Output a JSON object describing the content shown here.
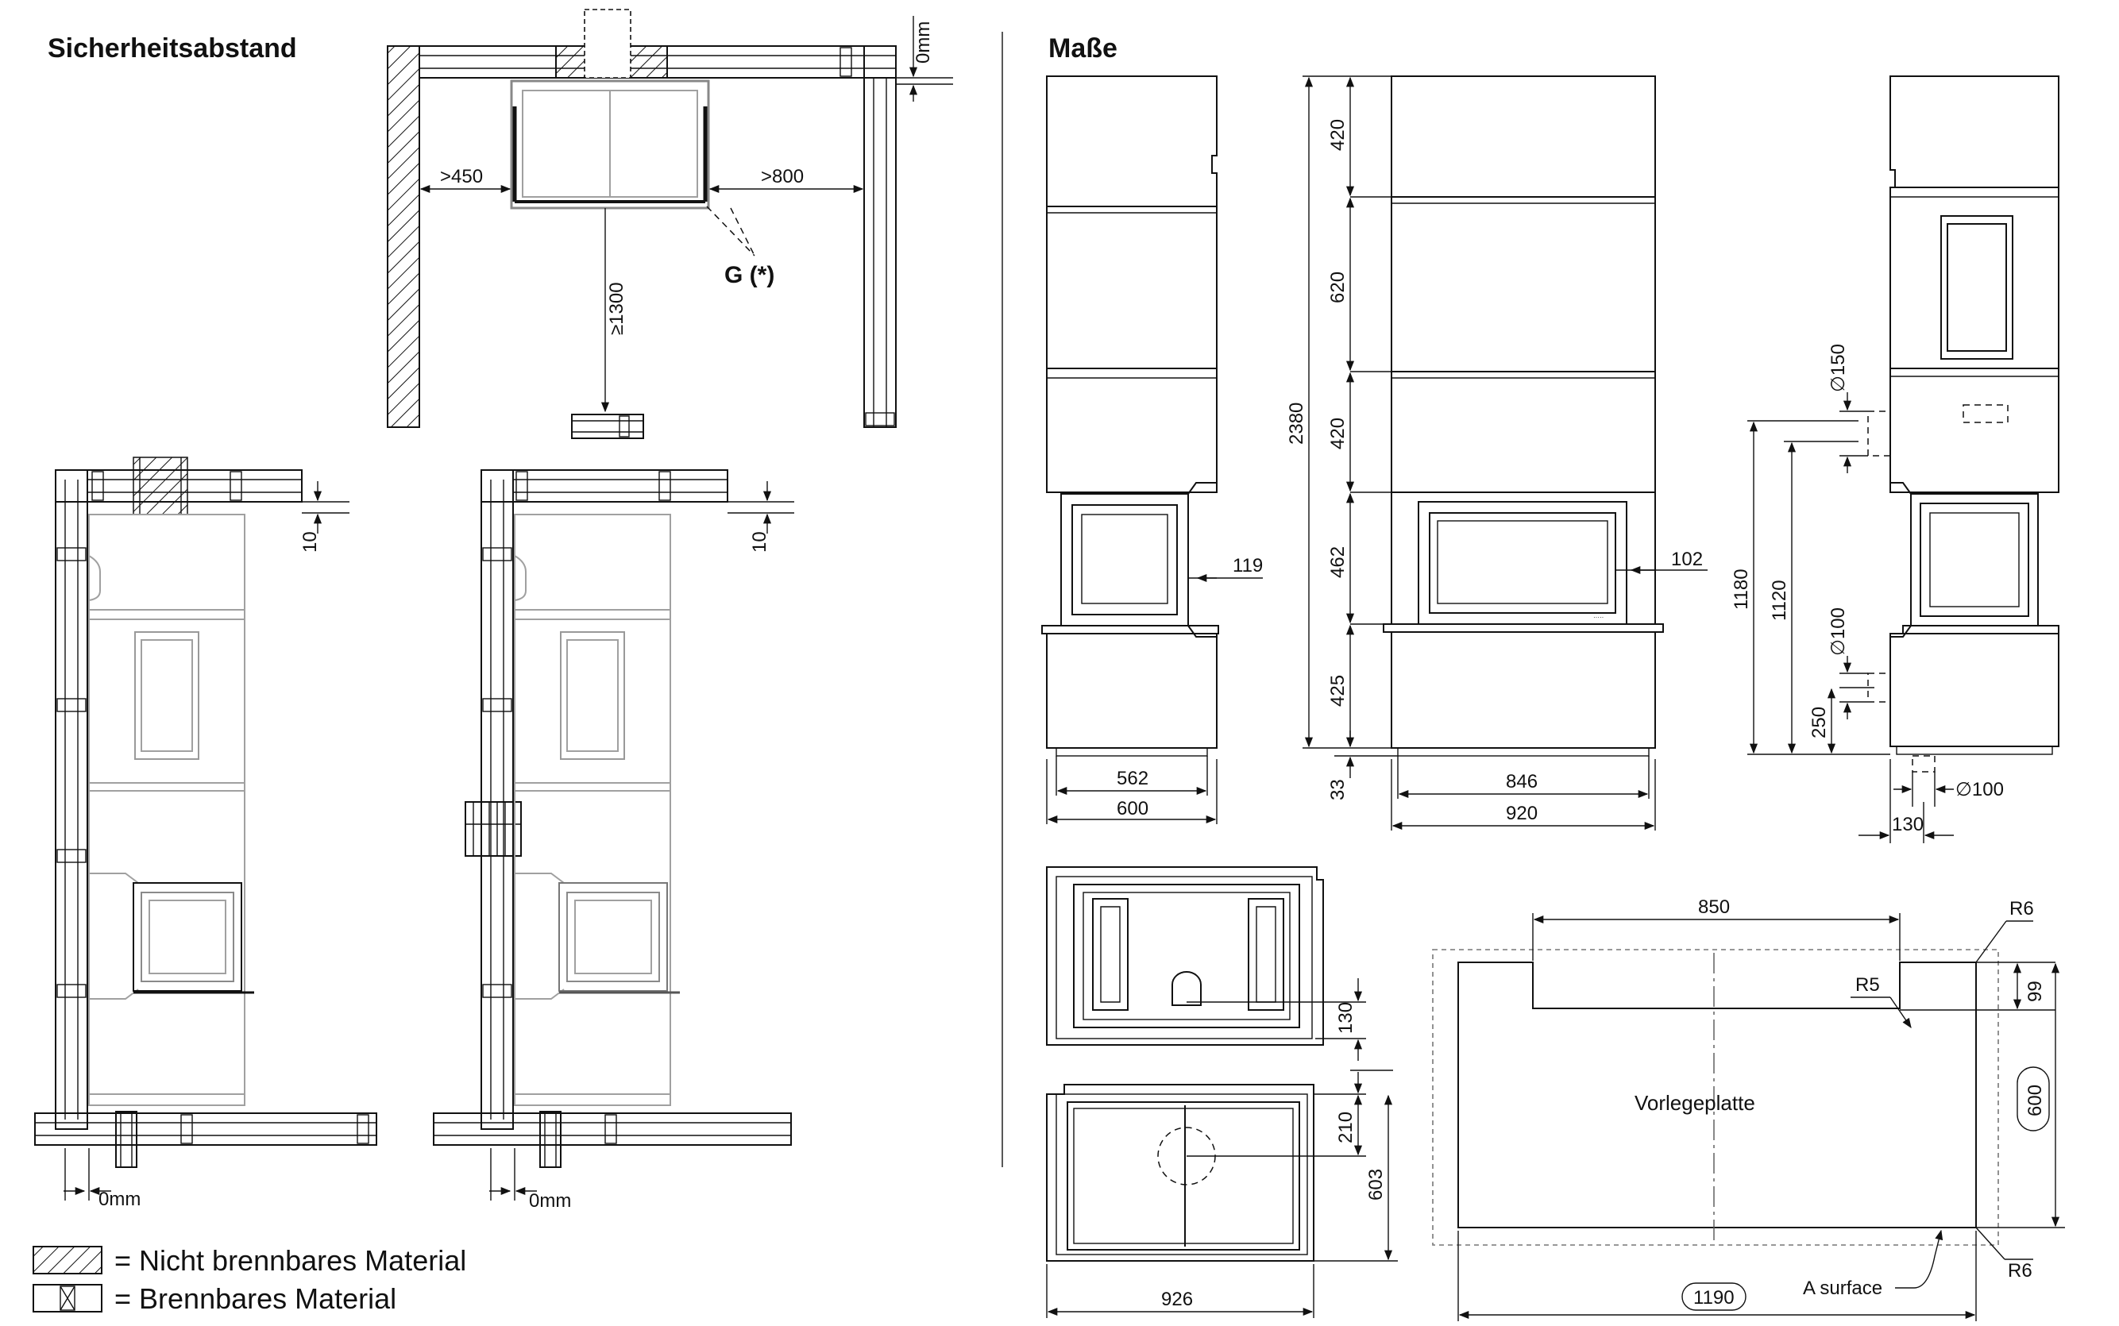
{
  "headings": {
    "left": "Sicherheitsabstand",
    "right": "Maße"
  },
  "clearance": {
    "top_0mm": "0mm",
    "left": ">450",
    "right": ">800",
    "front": "≥1300",
    "glass_label": "G (*)",
    "gap_10_a": "10",
    "gap_10_b": "10",
    "bottom_0mm_a": "0mm",
    "bottom_0mm_b": "0mm"
  },
  "legend": {
    "non_combustible": "= Nicht brennbares Material",
    "combustible": "= Brennbares Material"
  },
  "dimensions": {
    "d562": "562",
    "d600": "600",
    "d119": "119",
    "d420a": "420",
    "d620": "620",
    "d420b": "420",
    "d462": "462",
    "d425": "425",
    "d33": "33",
    "d2380": "2380",
    "d846": "846",
    "d920": "920",
    "d102": "102",
    "d150": "∅150",
    "d100a": "∅100",
    "d1180": "1180",
    "d1120": "1120",
    "d250": "250",
    "d100b": "∅100",
    "d130a": "130",
    "d130b": "130",
    "d210": "210",
    "d603": "603",
    "d926": "926",
    "d850": "850",
    "r6a": "R6",
    "r5": "R5",
    "d99": "99",
    "d600b": "600",
    "r6b": "R6",
    "d1190": "1190",
    "plate": "Vorlegeplatte",
    "surface": "A surface"
  }
}
